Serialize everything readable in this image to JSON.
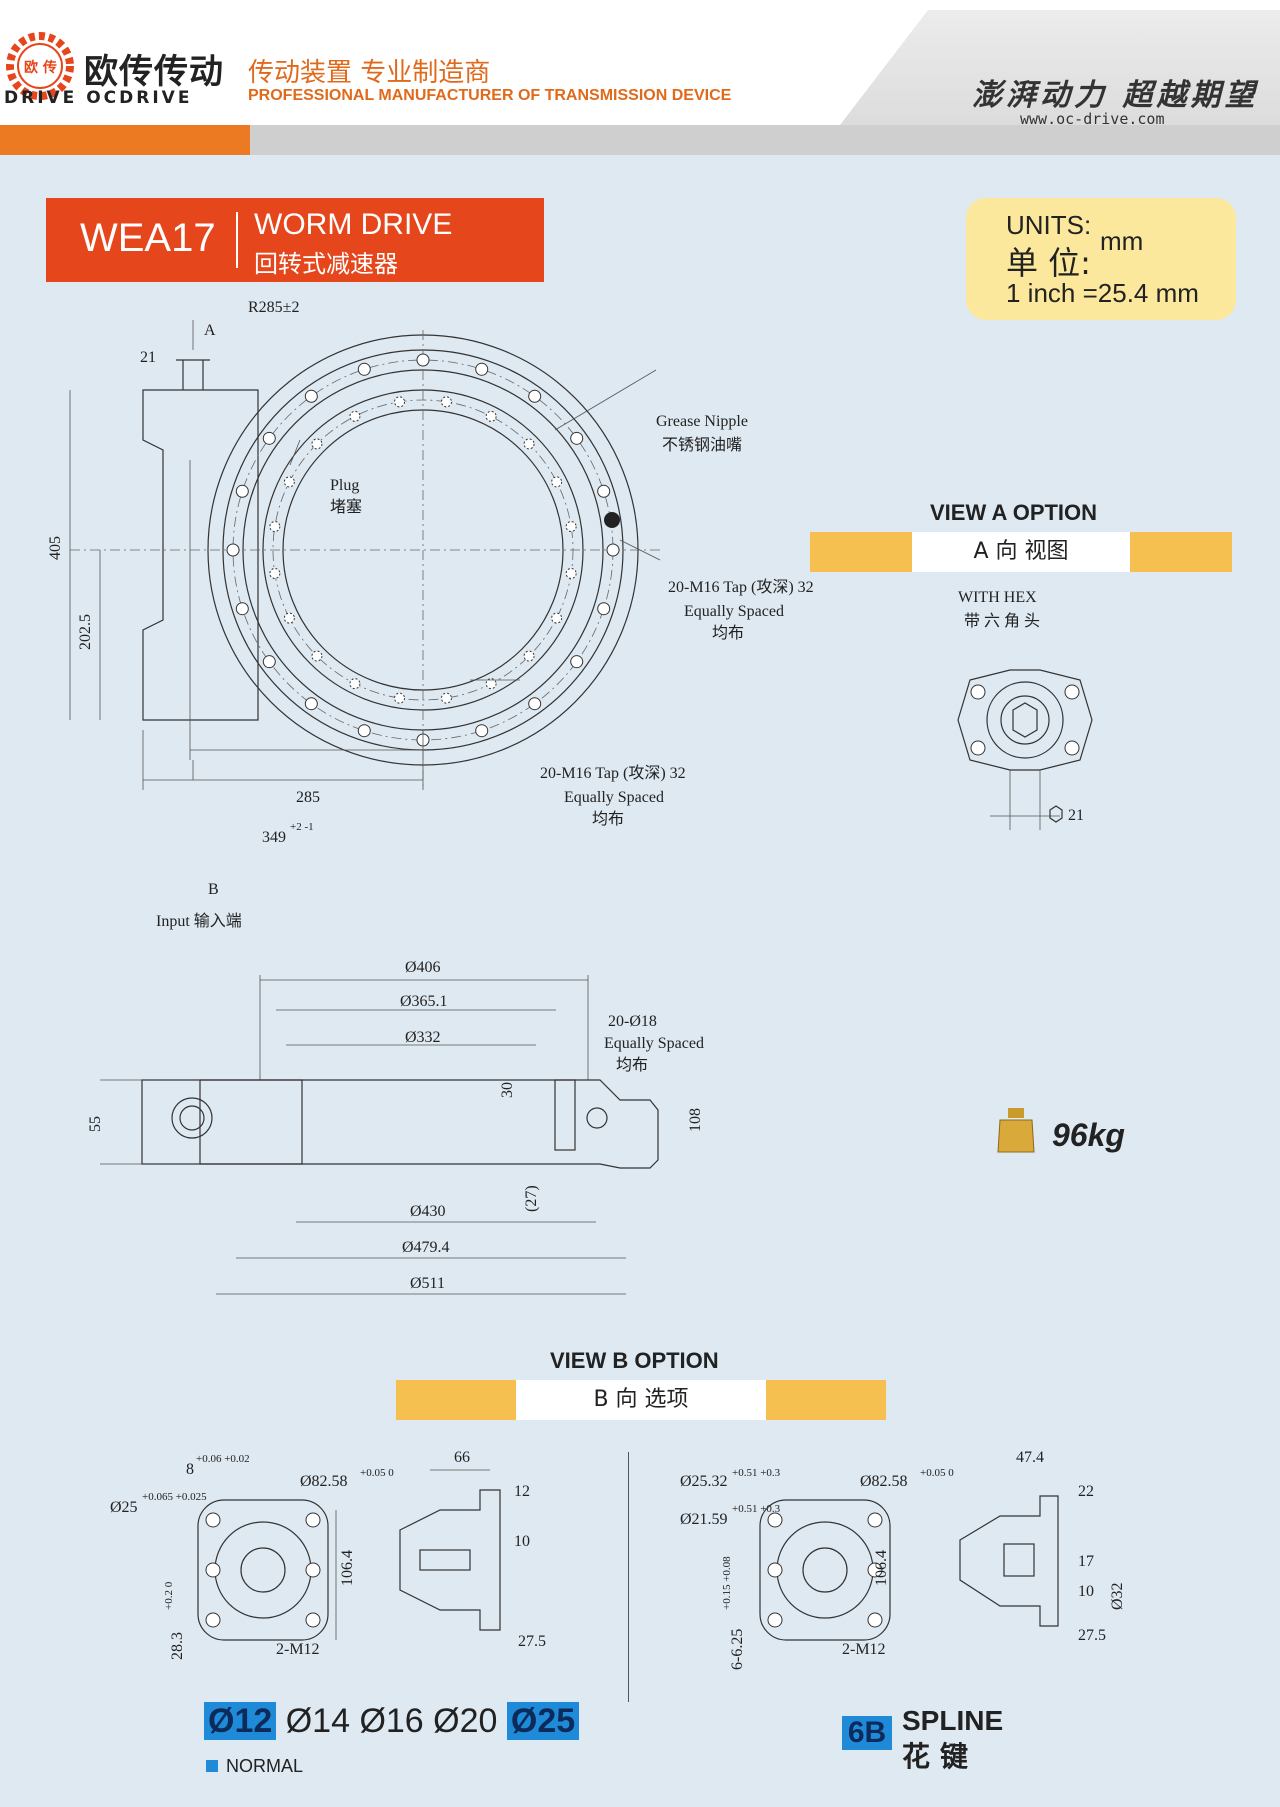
{
  "header": {
    "brand_cn": "欧传传动",
    "brand_en": "DRIVE OCDRIVE",
    "logo_text": "欧 传",
    "tagline_cn": "传动装置 专业制造商",
    "tagline_en": "PROFESSIONAL MANUFACTURER OF TRANSMISSION DEVICE",
    "slogan": "澎湃动力 超越期望",
    "url": "www.oc-drive.com"
  },
  "title": {
    "model": "WEA17",
    "product_en": "WORM DRIVE",
    "product_cn": "回转式减速器"
  },
  "units": {
    "label_en": "UNITS:",
    "label_cn": "单 位:",
    "unit": "mm",
    "conversion": "1 inch =25.4 mm"
  },
  "view_a": {
    "heading": "VIEW A OPTION",
    "label": "A 向 视图",
    "with_hex_en": "WITH HEX",
    "with_hex_cn": "带 六 角 头",
    "hex_size": "21"
  },
  "view_b": {
    "heading": "VIEW B OPTION",
    "label": "B 向 选项"
  },
  "weight": "96kg",
  "top_view": {
    "r_label": "R285±2",
    "a_arrow": "A",
    "hex": "21",
    "grease_en": "Grease Nipple",
    "grease_cn": "不锈钢油嘴",
    "plug_en": "Plug",
    "plug_cn": "堵塞",
    "dim_405": "405",
    "dim_2025": "202.5",
    "tap1": "20-M16 Tap (攻深) 32",
    "tap1_sub": "Equally Spaced",
    "tap1_cn": "均布",
    "tap2": "20-M16 Tap (攻深) 32",
    "tap2_sub": "Equally Spaced",
    "tap2_cn": "均布",
    "dim_285": "285",
    "dim_349": "349",
    "dim_349_tol": "+2 -1",
    "b_arrow": "B",
    "input": "Input  输入端"
  },
  "side_view": {
    "d406": "Ø406",
    "d3651": "Ø365.1",
    "d332": "Ø332",
    "holes": "20-Ø18",
    "holes_sub": "Equally Spaced",
    "holes_cn": "均布",
    "h55": "55",
    "h30": "30",
    "h108": "108",
    "h27": "(27)",
    "d430": "Ø430",
    "d4794": "Ø479.4",
    "d511": "Ø511"
  },
  "b_left": {
    "key": "8",
    "key_tol": "+0.06 +0.02",
    "shaft": "Ø25",
    "shaft_tol": "+0.065 +0.025",
    "pilot": "Ø82.58",
    "pilot_tol": "+0.05 0",
    "h1064": "106.4",
    "h283": "28.3",
    "h283_tol": "+0.2 0",
    "bolts": "2-M12",
    "w66": "66",
    "w12": "12",
    "w10": "10",
    "w275": "27.5"
  },
  "b_right": {
    "d2532": "Ø25.32",
    "d2532_tol": "+0.51 +0.3",
    "d2159": "Ø21.59",
    "d2159_tol": "+0.51 +0.3",
    "pilot": "Ø82.58",
    "pilot_tol": "+0.05 0",
    "h1064": "106.4",
    "h625": "6-6.25",
    "h625_tol": "+0.15 +0.08",
    "bolts": "2-M12",
    "w474": "47.4",
    "w22": "22",
    "w17": "17",
    "w10": "10",
    "d32": "Ø32",
    "w275": "27.5"
  },
  "bottom": {
    "sizes": [
      "Ø12",
      "Ø14",
      "Ø16",
      "Ø20",
      "Ø25"
    ],
    "legend": "NORMAL",
    "spline_code": "6B",
    "spline_en": "SPLINE",
    "spline_cn": "花键"
  },
  "colors": {
    "accent": "#e6461c",
    "orange": "#ec7a22",
    "option_bar": "#f6c050",
    "highlight": "#1f8bd8",
    "background": "#dfe9f1"
  }
}
